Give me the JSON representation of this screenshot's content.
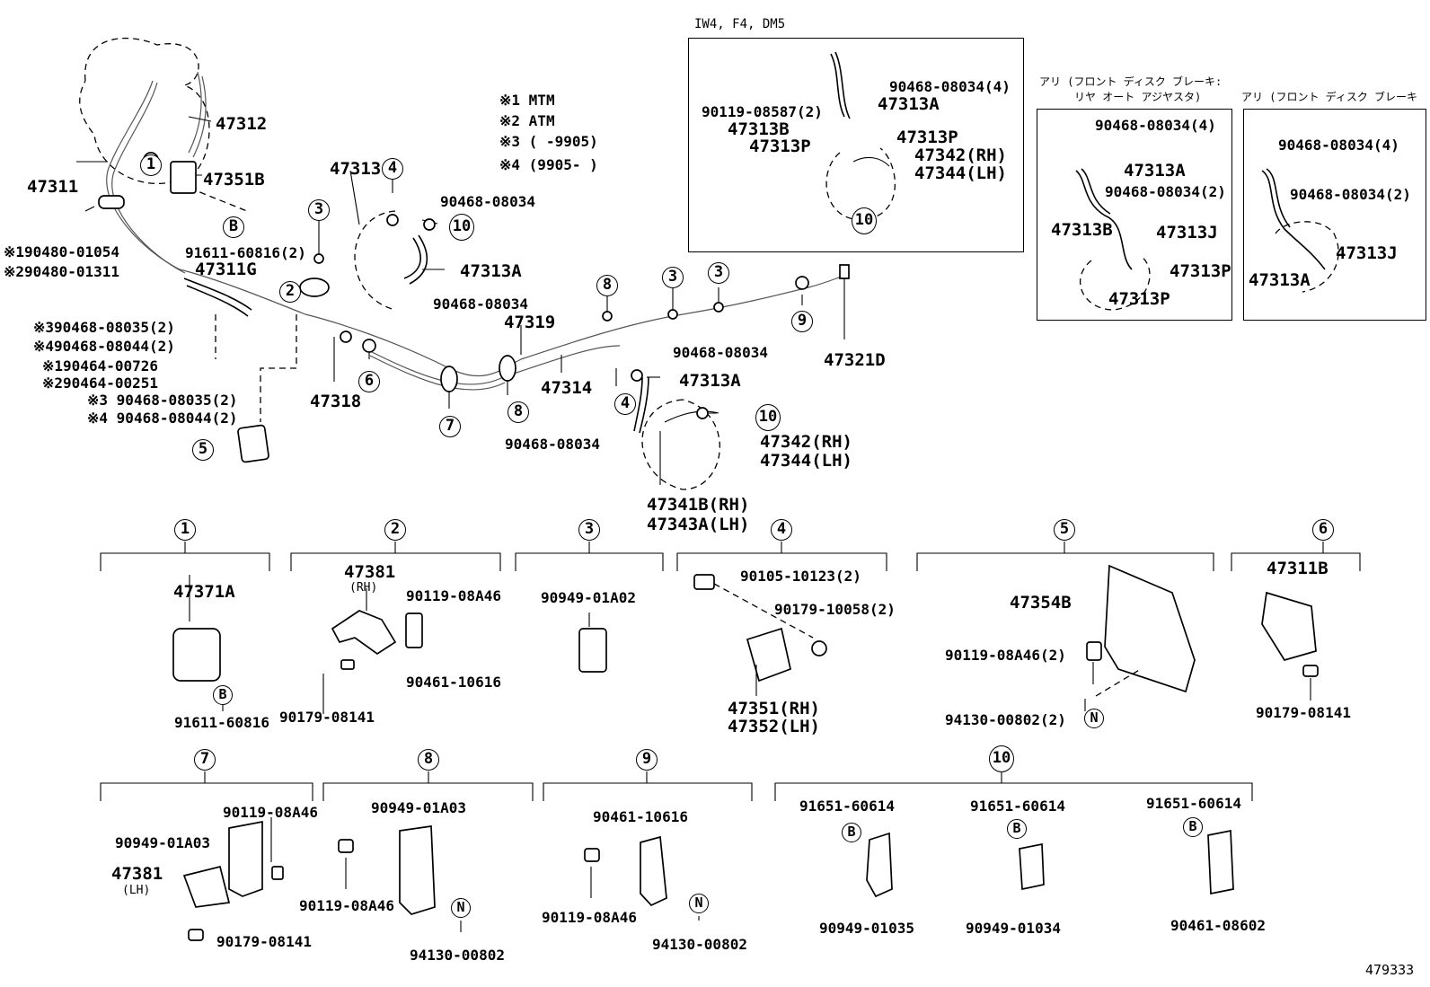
{
  "diagram_number": "479333",
  "notes": {
    "n1": "※1 MTM",
    "n2": "※2 ATM",
    "n3": "※3 (      -9905)",
    "n4": "※4 (9905-      )"
  },
  "main": {
    "p47312": "47312",
    "p47311": "47311",
    "p47351b": "47351B",
    "p47313": "47313",
    "p90468_08034_a": "90468-08034",
    "p47313a_a": "47313A",
    "p90468_08034_b": "90468-08034",
    "p91611_60816_2": "91611-60816(2)",
    "p47311g": "47311G",
    "p90480_01054": "※190480-01054",
    "p90480_01311": "※290480-01311",
    "p90468_08035_2": "※390468-08035(2)",
    "p90468_08044_2": "※490468-08044(2)",
    "p90464_00726": "※190464-00726",
    "p90464_00251": "※290464-00251",
    "p90468_08035_2b": "※3 90468-08035(2)",
    "p90468_08044_2b": "※4 90468-08044(2)",
    "p47318": "47318",
    "p47319": "47319",
    "p47314": "47314",
    "p47321d": "47321D",
    "p90468_08034_c": "90468-08034",
    "p47313a_b": "47313A",
    "p90468_08034_d": "90468-08034",
    "p47342_rh": "47342(RH)",
    "p47344_lh": "47344(LH)",
    "p47341b_rh": "47341B(RH)",
    "p47343a_lh": "47343A(LH)"
  },
  "inset1": {
    "title": "IW4, F4, DM5",
    "p90468_08034_4": "90468-08034(4)",
    "p90119_08587_2": "90119-08587(2)",
    "p47313a": "47313A",
    "p47313b": "47313B",
    "p47313p_a": "47313P",
    "p47313p_b": "47313P",
    "p47342_rh": "47342(RH)",
    "p47344_lh": "47344(LH)"
  },
  "inset2": {
    "title_line1": "アリ (フロント ディスク ブレーキ:",
    "title_line2": "リヤ オート アジヤスタ)",
    "p90468_08034_4": "90468-08034(4)",
    "p47313a": "47313A",
    "p90468_08034_2": "90468-08034(2)",
    "p47313b": "47313B",
    "p47313j": "47313J",
    "p47313p_a": "47313P",
    "p47313p_b": "47313P"
  },
  "inset3": {
    "title": "アリ (フロント ディスク ブレーキ",
    "p90468_08034_4": "90468-08034(4)",
    "p90468_08034_2": "90468-08034(2)",
    "p47313j": "47313J",
    "p47313a": "47313A"
  },
  "groups": {
    "g1": {
      "num": "1",
      "a": "47371A",
      "b": "91611-60816"
    },
    "g2": {
      "num": "2",
      "a": "47381",
      "a2": "(RH)",
      "b": "90119-08A46",
      "c": "90461-10616",
      "d": "90179-08141"
    },
    "g3": {
      "num": "3",
      "a": "90949-01A02"
    },
    "g4": {
      "num": "4",
      "a": "90105-10123(2)",
      "b": "90179-10058(2)",
      "c": "47351(RH)",
      "d": "47352(LH)"
    },
    "g5": {
      "num": "5",
      "a": "47354B",
      "b": "90119-08A46(2)",
      "c": "94130-00802(2)"
    },
    "g6": {
      "num": "6",
      "a": "47311B",
      "b": "90179-08141"
    },
    "g7": {
      "num": "7",
      "a": "90119-08A46",
      "b": "90949-01A03",
      "c": "47381",
      "c2": "(LH)",
      "d": "90179-08141"
    },
    "g8": {
      "num": "8",
      "a": "90949-01A03",
      "b": "90119-08A46",
      "c": "94130-00802"
    },
    "g9": {
      "num": "9",
      "a": "90461-10616",
      "b": "90119-08A46",
      "c": "94130-00802"
    },
    "g10": {
      "num": "10",
      "a1": "91651-60614",
      "a2": "91651-60614",
      "a3": "91651-60614",
      "b1": "90949-01035",
      "b2": "90949-01034",
      "b3": "90461-08602"
    }
  },
  "markers": {
    "B": "B",
    "N": "N",
    "m1": "1",
    "m2": "2",
    "m3": "3",
    "m4": "4",
    "m5": "5",
    "m6": "6",
    "m7": "7",
    "m8": "8",
    "m9": "9",
    "m10": "10"
  }
}
